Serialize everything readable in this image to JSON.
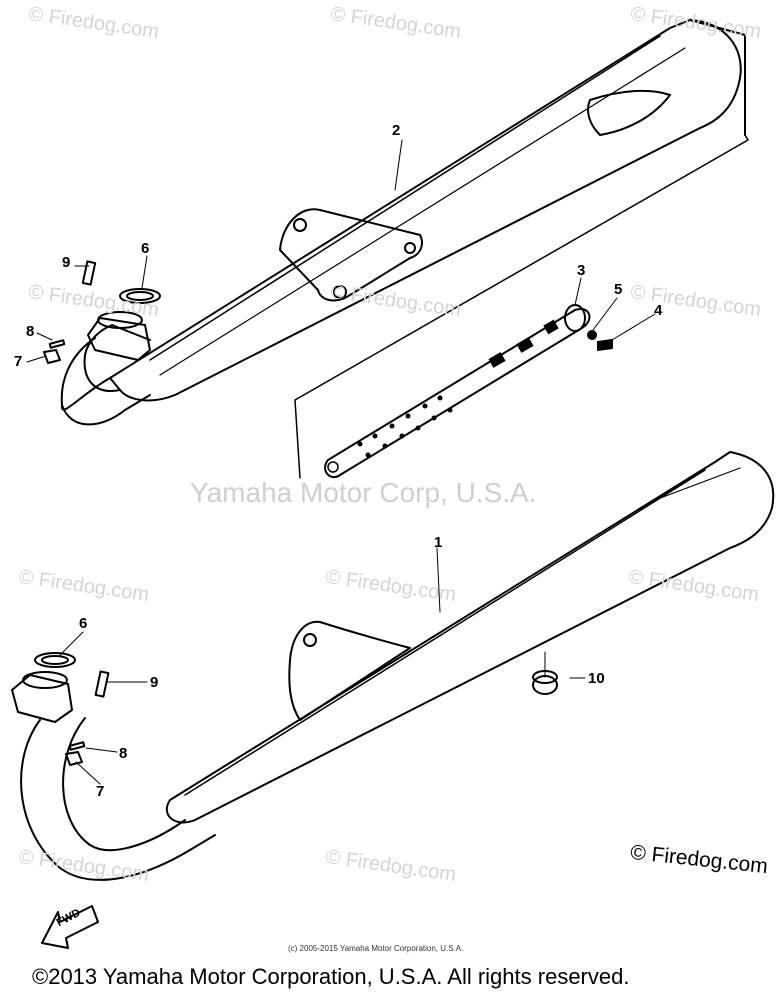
{
  "watermark_text": "© Firedog.com",
  "center_watermark": "Yamaha Motor Corp, U.S.A.",
  "callouts": {
    "c1": "1",
    "c2": "2",
    "c3": "3",
    "c4": "4",
    "c5": "5",
    "c6a": "6",
    "c6b": "6",
    "c7a": "7",
    "c7b": "7",
    "c8a": "8",
    "c8b": "8",
    "c9a": "9",
    "c9b": "9",
    "c10": "10"
  },
  "fwd_label": "FWD",
  "firedog_mark": "© Firedog.com",
  "small_copyright": "(c) 2005-2015 Yamaha Motor Corporation, U.S.A.",
  "footer_copyright": "©2013 Yamaha Motor Corporation, U.S.A. All rights reserved."
}
